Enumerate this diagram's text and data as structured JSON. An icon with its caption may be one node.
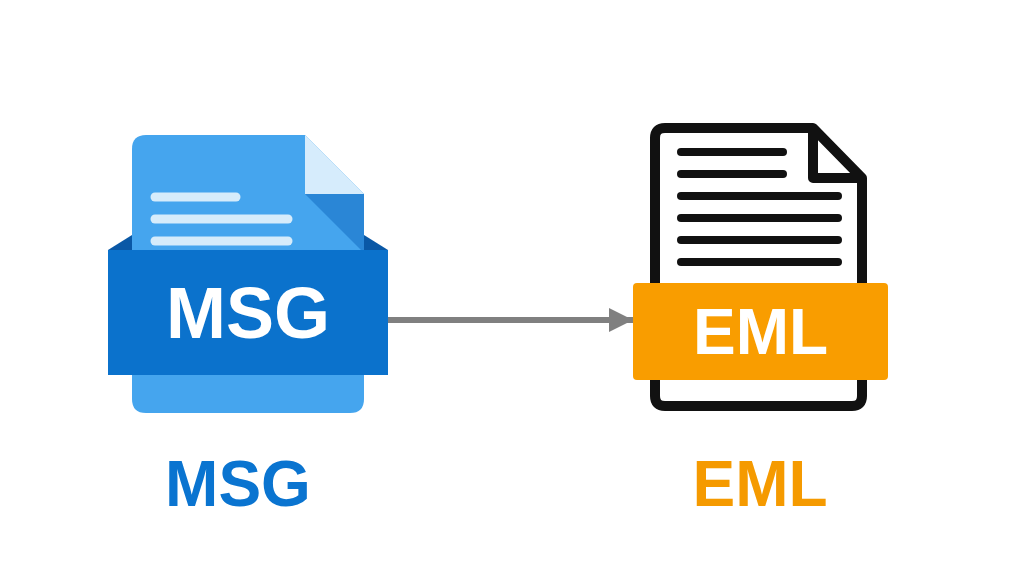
{
  "diagram": {
    "nodes": [
      {
        "text": [
          "MSG"
        ],
        "beside": [
          "MSG"
        ]
      },
      {
        "text": [
          "EML"
        ],
        "beside": [
          "EML"
        ]
      }
    ],
    "edges": [
      {
        "from": 0,
        "to": 1,
        "arrow": "to",
        "color": "#808080"
      }
    ]
  }
}
